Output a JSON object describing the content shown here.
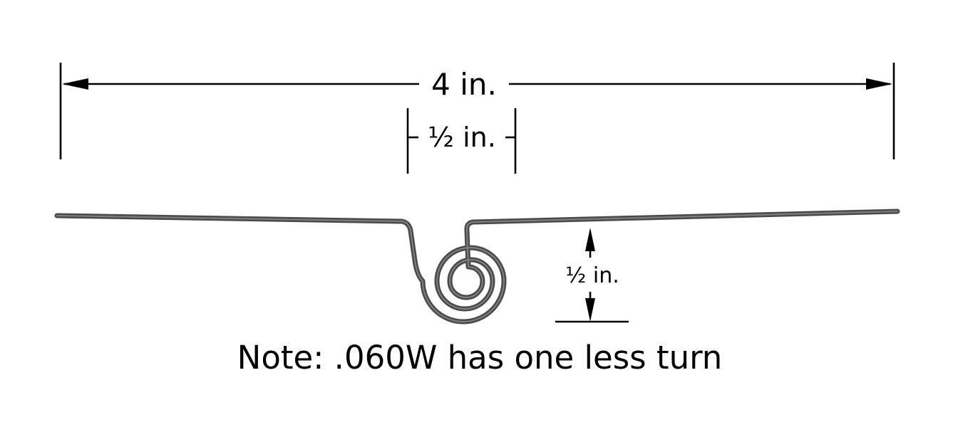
{
  "diagram": {
    "overall_width": {
      "label": "4 in."
    },
    "coil_width": {
      "label": "½ in."
    },
    "coil_depth": {
      "label": "½ in."
    },
    "note": "Note: .060W has one less turn"
  },
  "colors": {
    "dimension_line": "#000000",
    "wire": "#4a4a4a",
    "wire_highlight": "#8a8a8a",
    "text": "#000000",
    "background": "#ffffff"
  }
}
